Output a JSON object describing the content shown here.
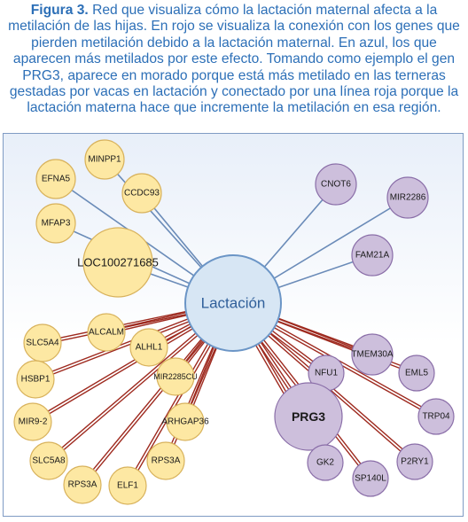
{
  "caption": {
    "figure_label": "Figura 3.",
    "text": "Red que visualiza cómo la lactación maternal afecta a la metilación de las hijas. En rojo se visualiza la conexión con los genes que pierden metilación debido a la lactación maternal. En azul, los que aparecen más metilados por este efecto. Tomando como ejemplo el gen PRG3, aparece en morado porque está más metilado en las terneras gestadas por vacas en lactación y conectado por una línea roja porque la lactación materna hace que incremente la metilación en esa región."
  },
  "colors": {
    "yellow_fill": "#fde8a3",
    "yellow_stroke": "#d8b25c",
    "purple_fill": "#cdbfdc",
    "purple_stroke": "#8a6ea8",
    "center_fill": "#d7e6f4",
    "center_stroke": "#6b95c6",
    "red_edge": "#9e2a1f",
    "blue_edge": "#6a8bb8"
  },
  "center": {
    "label": "Lactación"
  },
  "nodes": [
    {
      "label": "MINPP1",
      "color": "yellow",
      "edge": "blue"
    },
    {
      "label": "EFNA5",
      "color": "yellow",
      "edge": "blue"
    },
    {
      "label": "CCDC93",
      "color": "yellow",
      "edge": "blue"
    },
    {
      "label": "MFAP3",
      "color": "yellow",
      "edge": "blue"
    },
    {
      "label": "LOC100271685",
      "color": "yellow",
      "edge": "blue"
    },
    {
      "label": "CNOT6",
      "color": "purple",
      "edge": "blue"
    },
    {
      "label": "MIR2286",
      "color": "purple",
      "edge": "blue"
    },
    {
      "label": "FAM21A",
      "color": "purple",
      "edge": "blue"
    },
    {
      "label": "ALCALM",
      "color": "yellow",
      "edge": "red"
    },
    {
      "label": "SLC5A4",
      "color": "yellow",
      "edge": "red"
    },
    {
      "label": "ALHL1",
      "color": "yellow",
      "edge": "red"
    },
    {
      "label": "HSBP1",
      "color": "yellow",
      "edge": "red"
    },
    {
      "label": "MIR2285CU",
      "color": "yellow",
      "edge": "red"
    },
    {
      "label": "MIR9-2",
      "color": "yellow",
      "edge": "red"
    },
    {
      "label": "ARHGAP36",
      "color": "yellow",
      "edge": "red"
    },
    {
      "label": "SLC5A8",
      "color": "yellow",
      "edge": "red"
    },
    {
      "label": "RPS3A",
      "color": "yellow",
      "edge": "red"
    },
    {
      "label": "RPS3A",
      "color": "yellow",
      "edge": "red"
    },
    {
      "label": "ELF1",
      "color": "yellow",
      "edge": "red"
    },
    {
      "label": "TMEM30A",
      "color": "purple",
      "edge": "red"
    },
    {
      "label": "NFU1",
      "color": "purple",
      "edge": "red"
    },
    {
      "label": "EML5",
      "color": "purple",
      "edge": "red"
    },
    {
      "label": "PRG3",
      "color": "purple",
      "edge": "red"
    },
    {
      "label": "TRP04",
      "color": "purple",
      "edge": "red"
    },
    {
      "label": "GK2",
      "color": "purple",
      "edge": "red"
    },
    {
      "label": "P2RY1",
      "color": "purple",
      "edge": "red"
    },
    {
      "label": "SP140L",
      "color": "purple",
      "edge": "red"
    }
  ]
}
